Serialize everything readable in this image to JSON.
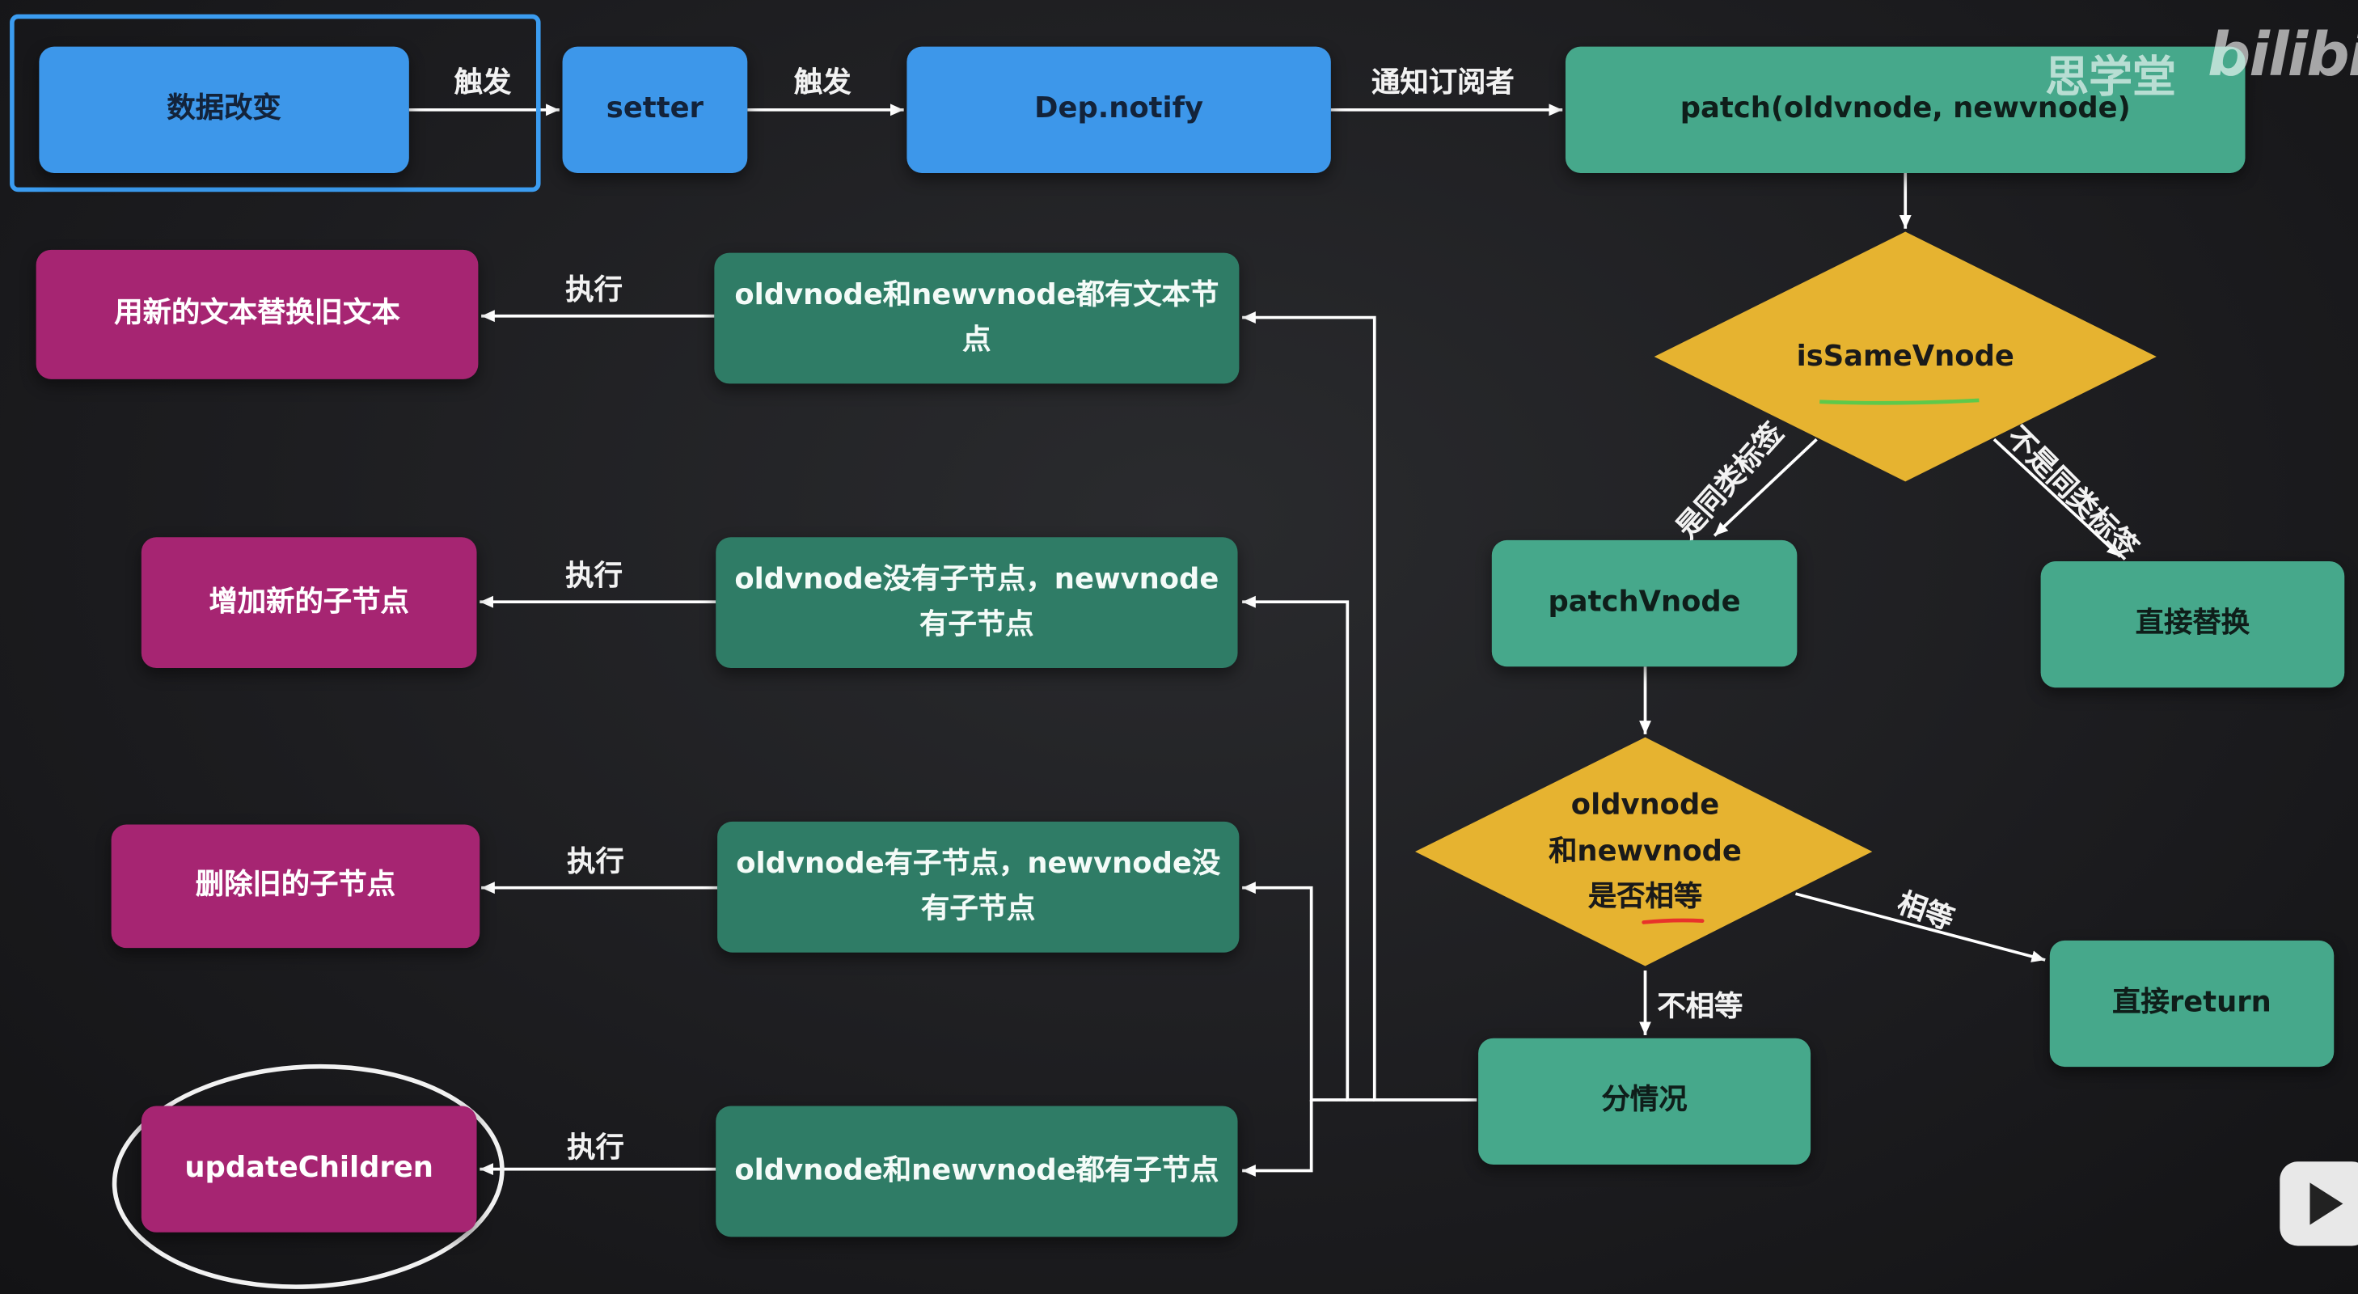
{
  "nodes": {
    "data_change": "数据改变",
    "setter": "setter",
    "dep_notify": "Dep.notify",
    "patch": "patch(oldvnode, newvnode)",
    "is_same_vnode": "isSameVnode",
    "patch_vnode": "patchVnode",
    "replace_directly": "直接替换",
    "equal_check_line1": "oldvnode",
    "equal_check_line2": "和newvnode",
    "equal_check_line3": "是否相等",
    "return_directly": "直接return",
    "cases": "分情况",
    "cond_text": "oldvnode和newvnode都有文本节点",
    "cond_add": "oldvnode没有子节点，newvnode有子节点",
    "cond_remove": "oldvnode有子节点，newvnode没有子节点",
    "cond_both": "oldvnode和newvnode都有子节点",
    "act_text": "用新的文本替换旧文本",
    "act_add": "增加新的子节点",
    "act_remove": "删除旧的子节点",
    "act_update": "updateChildren"
  },
  "edges": {
    "trigger1": "触发",
    "trigger2": "触发",
    "notify_subscribers": "通知订阅者",
    "same_tag": "是同类标签",
    "not_same_tag": "不是同类标签",
    "equal": "相等",
    "not_equal": "不相等",
    "exec1": "执行",
    "exec2": "执行",
    "exec3": "执行",
    "exec4": "执行"
  },
  "watermark": {
    "brand": "思学堂",
    "site": "bilibili"
  },
  "colors": {
    "blue": "#3d97ea",
    "teal": "#46a88b",
    "dark_teal": "#2f7c66",
    "magenta": "#a62572",
    "diamond": "#e6b330",
    "underline": "#e8322a",
    "highlight_box": "#3b9cf0"
  },
  "icons": [
    "play-icon"
  ]
}
